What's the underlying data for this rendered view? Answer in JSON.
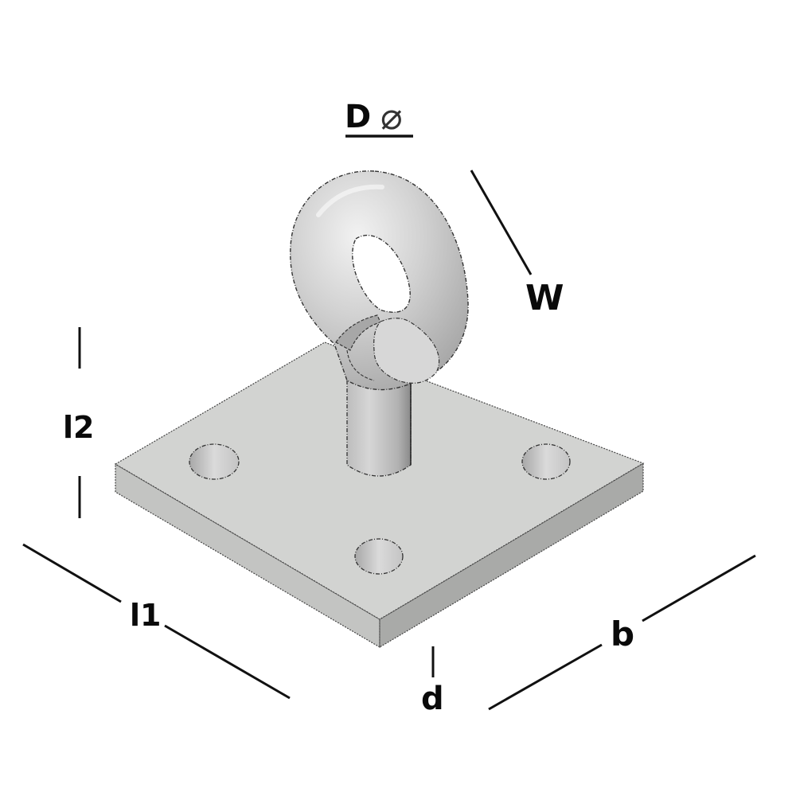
{
  "diagram": {
    "subject": "Eye bolt mounted on square base plate with four mounting holes",
    "colors": {
      "background": "#ffffff",
      "plate_top": "#d2d3d1",
      "plate_side_left": "#c3c4c2",
      "plate_side_right": "#a9aaa8",
      "metal_light": "#ececec",
      "metal_mid": "#c6c6c6",
      "metal_dark": "#8e8e8e",
      "outline": "#3a3a3a",
      "dimension_line": "#0a0a0a"
    },
    "labels": {
      "diameter": "D",
      "diameter_symbol": "⌀",
      "width": "W",
      "height": "l2",
      "length": "l1",
      "breadth": "b",
      "thickness": "d"
    }
  }
}
